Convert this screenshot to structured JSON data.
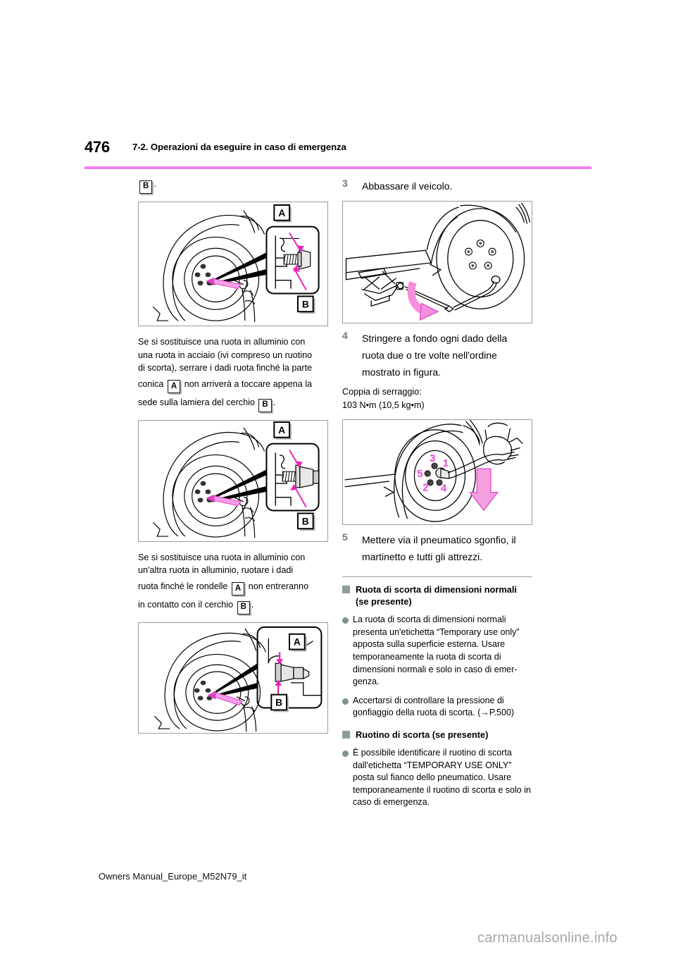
{
  "header": {
    "page_number": "476",
    "section_title": "7-2. Operazioni da eseguire in caso di emergenza",
    "rule_color": "#f17ff0"
  },
  "left_column": {
    "lead_marker": "B",
    "lead_marker_suffix": ".",
    "note_1": {
      "line_1": "Se si sostituisce una ruota in alluminio con",
      "line_2": "una ruota in acciaio (ivi compreso un ruotino",
      "line_3": "di scorta), serrare i dadi ruota finché la parte",
      "line_4_pre": "conica",
      "marker_a": "A",
      "line_4_post": "non arriverà a toccare appena la",
      "line_5_pre": "sede sulla lamiera del cerchio",
      "marker_b": "B",
      "line_5_post": "."
    },
    "note_2": {
      "line_1": "Se si sostituisce una ruota in alluminio con",
      "line_2": "un'altra ruota in alluminio, ruotare i dadi",
      "line_3_pre": "ruota finché le rondelle",
      "marker_a": "A",
      "line_3_post": "non entreranno",
      "line_4_pre": "in contatto con il cerchio",
      "marker_b": "B",
      "line_4_post": "."
    },
    "figure_1": {
      "callout_a": "A",
      "callout_b": "B"
    },
    "figure_2": {
      "callout_a": "A",
      "callout_b": "B"
    },
    "figure_3": {
      "callout_a": "A",
      "callout_b": "B"
    }
  },
  "right_column": {
    "step_3": {
      "number": "3",
      "text": "Abbassare il veicolo."
    },
    "step_4": {
      "number": "4",
      "line_1": "Stringere a fondo ogni dado della",
      "line_2": "ruota due o tre volte nell'ordine",
      "line_3": "mostrato in figura."
    },
    "torque": {
      "label": "Coppia di serraggio:",
      "value": "103 N•m (10,5 kg•m)"
    },
    "step_5": {
      "number": "5",
      "line_1": "Mettere via il pneumatico sgonfio, il",
      "line_2": "martinetto e tutti gli attrezzi."
    },
    "section_full_size": {
      "heading_line_1": "Ruota di scorta di dimensioni normali",
      "heading_line_2": "(se presente)",
      "bullets": [
        "La ruota di scorta di dimensioni normali presenta un'etichetta “Temporary use only” apposta sulla superficie esterna. Usare temporaneamente la ruota di scorta di dimensioni normali e solo in caso di emer-genza.",
        "Accertarsi di controllare la pressione di gonfiaggio della ruota di scorta. (→P.500)"
      ]
    },
    "section_compact": {
      "heading": "Ruotino di scorta (se presente)",
      "bullets": [
        "È possibile identificare il ruotino di scorta dall'etichetta “TEMPORARY USE ONLY” posta sul fianco dello pneumatico. Usare temporaneamente il ruotino di scorta e solo in caso di emergenza."
      ]
    },
    "figure_jack": {},
    "figure_tightening_order": {
      "numbers": [
        "1",
        "2",
        "3",
        "4",
        "5"
      ],
      "number_color": "#ee44d8"
    }
  },
  "footer": {
    "document_id": "Owners Manual_Europe_M52N79_it",
    "watermark": "carmanualsonline.info"
  }
}
